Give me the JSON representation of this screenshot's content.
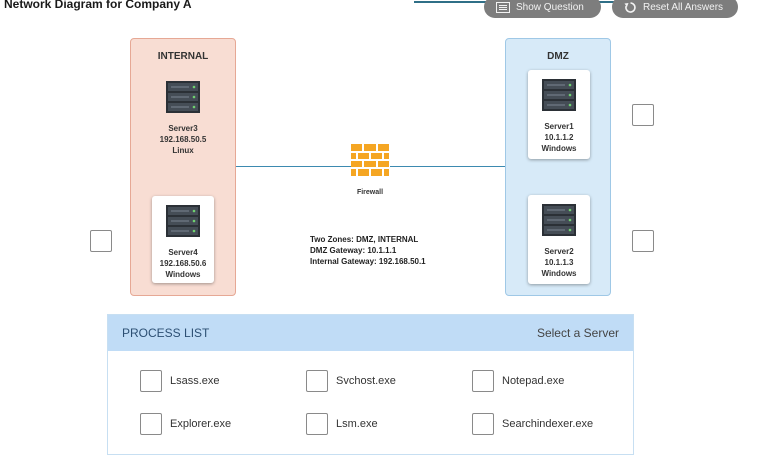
{
  "page": {
    "title": "Network Diagram for Company A"
  },
  "toolbar": {
    "show_question": "Show Question",
    "reset_all": "Reset All Answers"
  },
  "zones": {
    "internal": {
      "title": "INTERNAL"
    },
    "dmz": {
      "title": "DMZ"
    }
  },
  "servers": {
    "server3": {
      "name": "Server3",
      "ip": "192.168.50.5",
      "os": "Linux"
    },
    "server4": {
      "name": "Server4",
      "ip": "192.168.50.6",
      "os": "Windows"
    },
    "server1": {
      "name": "Server1",
      "ip": "10.1.1.2",
      "os": "Windows"
    },
    "server2": {
      "name": "Server2",
      "ip": "10.1.1.3",
      "os": "Windows"
    }
  },
  "firewall": {
    "label": "Firewall"
  },
  "zone_info": {
    "line1": "Two Zones: DMZ, INTERNAL",
    "dmz_gateway_label": "DMZ Gateway:",
    "dmz_gateway_value": "10.1.1.1",
    "internal_gateway_label": "Internal Gateway:",
    "internal_gateway_value": "192.168.50.1"
  },
  "process_list": {
    "title": "PROCESS LIST",
    "instruction": "Select a Server",
    "items": [
      {
        "label": "Lsass.exe"
      },
      {
        "label": "Svchost.exe"
      },
      {
        "label": "Notepad.exe"
      },
      {
        "label": "Explorer.exe"
      },
      {
        "label": "Lsm.exe"
      },
      {
        "label": "Searchindexer.exe"
      }
    ]
  },
  "colors": {
    "internal_zone": "#f8ddd3",
    "dmz_zone": "#d7eaf8",
    "header_bar": "#c0dcf6",
    "link_line": "#3d8ab0",
    "firewall": "#f5a623"
  }
}
